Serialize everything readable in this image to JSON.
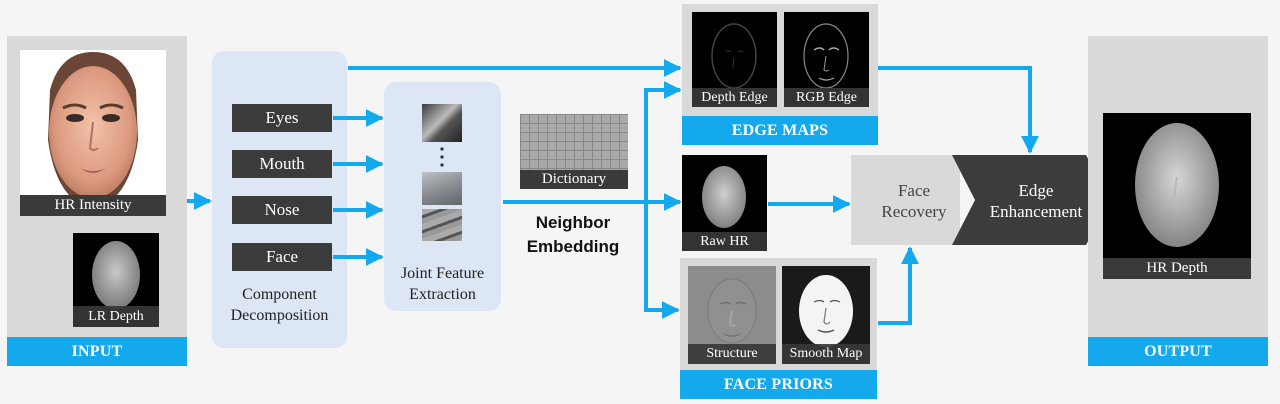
{
  "input": {
    "caption": "INPUT",
    "hr_intensity_label": "HR Intensity",
    "lr_depth_label": "LR Depth"
  },
  "components": {
    "items": [
      "Eyes",
      "Mouth",
      "Nose",
      "Face"
    ],
    "title_line1": "Component",
    "title_line2": "Decomposition"
  },
  "joint": {
    "title_line1": "Joint Feature",
    "title_line2": "Extraction"
  },
  "dictionary": {
    "label": "Dictionary"
  },
  "neighbor": {
    "line1": "Neighbor",
    "line2": "Embedding"
  },
  "edge_maps": {
    "caption": "EDGE MAPS",
    "depth_edge_label": "Depth Edge",
    "rgb_edge_label": "RGB Edge"
  },
  "raw_hr": {
    "label": "Raw HR"
  },
  "face_priors": {
    "caption": "FACE PRIORS",
    "structure_label": "Structure",
    "smooth_map_label": "Smooth Map"
  },
  "recovery": {
    "face_line1": "Face",
    "face_line2": "Recovery",
    "edge_line1": "Edge",
    "edge_line2": "Enhancement"
  },
  "output": {
    "caption": "OUTPUT",
    "hr_depth_label": "HR Depth"
  },
  "colors": {
    "accent_blue": "#14a8ec",
    "arrow_blue": "#14a8ec",
    "panel_gray": "#d9d9d9",
    "panel_lightblue": "#dce6f5",
    "label_dark": "#3a3a3a"
  }
}
